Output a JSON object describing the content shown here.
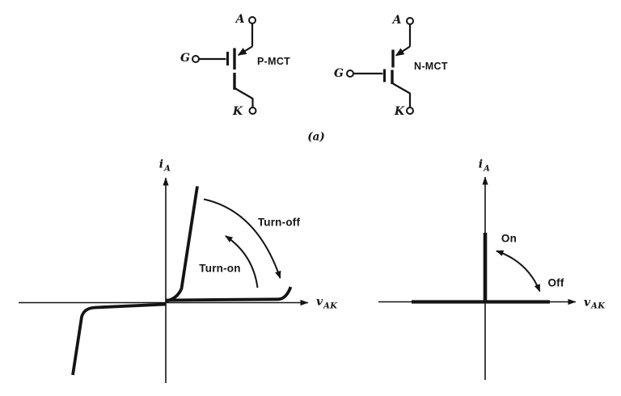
{
  "caption": "(a)",
  "symbols": {
    "pmct": {
      "name": "P-MCT",
      "anode": "A",
      "gate": "G",
      "cathode": "K"
    },
    "nmct": {
      "name": "N-MCT",
      "anode": "A",
      "gate": "G",
      "cathode": "K"
    }
  },
  "plots": {
    "left": {
      "y_base": "i",
      "y_sub": "A",
      "x_base": "v",
      "x_sub": "AK",
      "turn_off": "Turn-off",
      "turn_on": "Turn-on"
    },
    "right": {
      "y_base": "i",
      "y_sub": "A",
      "x_base": "v",
      "x_sub": "AK",
      "on": "On",
      "off": "Off"
    }
  },
  "colors": {
    "ink": "#141414",
    "paper": "#ffffff"
  }
}
